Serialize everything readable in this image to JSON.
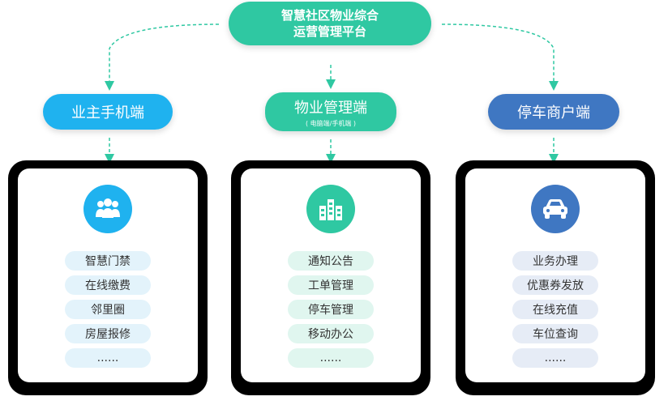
{
  "platform": {
    "line1": "智慧社区物业综合",
    "line2": "运营管理平台"
  },
  "owner": {
    "label": "业主手机端",
    "items": [
      "智慧门禁",
      "在线缴费",
      "邻里圈",
      "房屋报修",
      "......"
    ]
  },
  "property": {
    "label": "物业管理端",
    "sub": "( 电脑端/手机端 )",
    "items": [
      "通知公告",
      "工单管理",
      "停车管理",
      "移动办公",
      "......"
    ]
  },
  "merchant": {
    "label": "停车商户端",
    "items": [
      "业务办理",
      "优惠券发放",
      "在线充值",
      "车位查询",
      "......"
    ]
  },
  "colors": {
    "owner": "#1fb2ef",
    "property": "#2fc8a2",
    "merchant": "#3f77c2",
    "arrow": "#2fc8a2"
  },
  "icons": {
    "owner": "group-people-icon",
    "property": "buildings-icon",
    "merchant": "car-icon"
  }
}
